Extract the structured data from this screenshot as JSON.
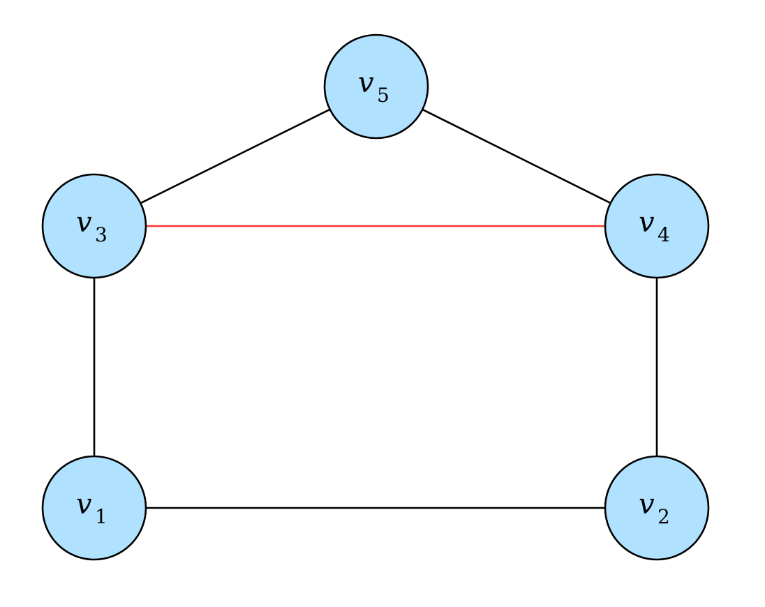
{
  "graph": {
    "node_fill": "#b0e2ff",
    "node_stroke": "#000000",
    "nodes": [
      {
        "id": "v1",
        "letter": "v",
        "sub": "1"
      },
      {
        "id": "v2",
        "letter": "v",
        "sub": "2"
      },
      {
        "id": "v3",
        "letter": "v",
        "sub": "3"
      },
      {
        "id": "v4",
        "letter": "v",
        "sub": "4"
      },
      {
        "id": "v5",
        "letter": "v",
        "sub": "5"
      }
    ],
    "edges": [
      {
        "from": "v1",
        "to": "v2",
        "color": "#000000"
      },
      {
        "from": "v1",
        "to": "v3",
        "color": "#000000"
      },
      {
        "from": "v2",
        "to": "v4",
        "color": "#000000"
      },
      {
        "from": "v3",
        "to": "v5",
        "color": "#000000"
      },
      {
        "from": "v4",
        "to": "v5",
        "color": "#000000"
      },
      {
        "from": "v3",
        "to": "v4",
        "color": "#ff3333"
      }
    ]
  }
}
